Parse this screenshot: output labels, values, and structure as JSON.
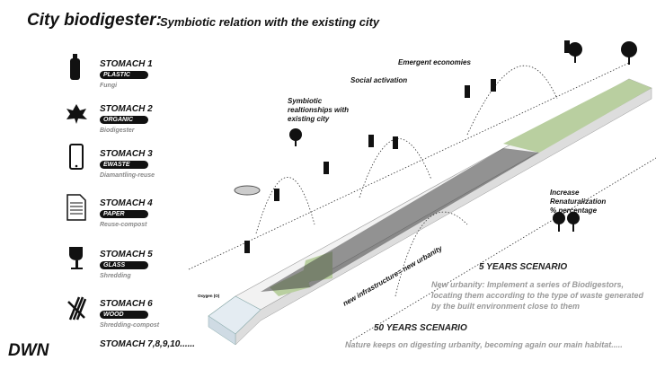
{
  "header": {
    "title": "City biodigester:",
    "subtitle": "Symbiotic relation with the existing city"
  },
  "stomachs": [
    {
      "name": "STOMACH 1",
      "material": "PLASTIC",
      "process": "Fungi",
      "icon": "bottle-icon"
    },
    {
      "name": "STOMACH 2",
      "material": "ORGANIC",
      "process": "Biodigester",
      "icon": "leaf-icon"
    },
    {
      "name": "STOMACH 3",
      "material": "EWASTE",
      "process": "Diamantling-reuse",
      "icon": "phone-icon"
    },
    {
      "name": "STOMACH 4",
      "material": "PAPER",
      "process": "Reuse-compost",
      "icon": "document-icon"
    },
    {
      "name": "STOMACH 5",
      "material": "GLASS",
      "process": "Shredding",
      "icon": "glass-icon"
    },
    {
      "name": "STOMACH 6",
      "material": "WOOD",
      "process": "Shredding-compost",
      "icon": "wood-icon"
    }
  ],
  "more_stomachs": "STOMACH 7,8,9,10......",
  "logo": "DWN",
  "annotations": {
    "symbiotic": "Symbiotic realtionships with existing city",
    "social": "Social activation",
    "economies": "Emergent economies",
    "renaturalization": "Increase Renaturalization % percentage",
    "oxygen": "Oxygen (O)",
    "infrastructure": "new infrastructure= new urbanity"
  },
  "scenarios": {
    "five_title": "5 YEARS SCENARIO",
    "five_text": "New urbanity: Implement a series of Biodigestors, locating them according to the type of waste generated by the built environment close to them",
    "fifty_title": "50 YEARS SCENARIO",
    "fifty_text": "Nature keeps on digesting urbanity,  becoming again our main habitat....."
  },
  "colors": {
    "green": "#b9cfa0",
    "water": "#e4ecf2",
    "ink": "#111111",
    "grey_text": "#999999"
  }
}
